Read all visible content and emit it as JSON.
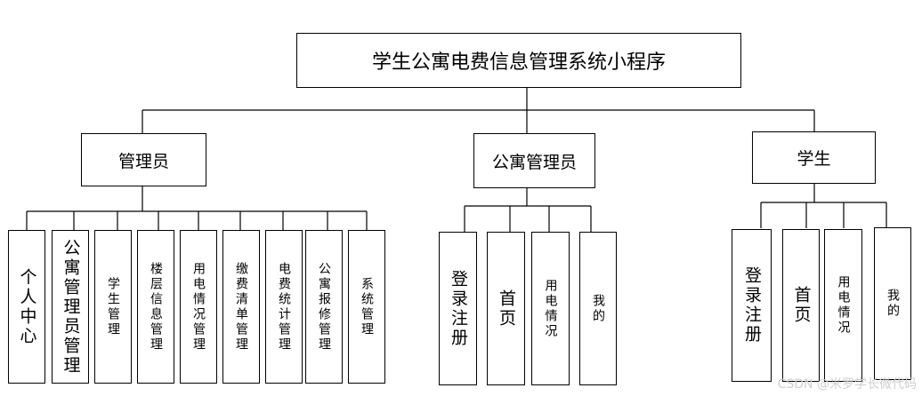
{
  "root": {
    "label": "学生公寓电费信息管理系统小程序"
  },
  "groups": [
    {
      "label": "管理员",
      "children": [
        "个人中心",
        "公寓管理员管理",
        "学生管理",
        "楼层信息管理",
        "用电情况管理",
        "缴费清单管理",
        "电费统计管理",
        "公寓报修管理",
        "系统管理"
      ]
    },
    {
      "label": "公寓管理员",
      "children": [
        "登录注册",
        "首页",
        "用电情况",
        "我的"
      ]
    },
    {
      "label": "学生",
      "children": [
        "登录注册",
        "首页",
        "用电情况",
        "我的"
      ]
    }
  ],
  "watermark": "CSDN @米罗学长微代码"
}
